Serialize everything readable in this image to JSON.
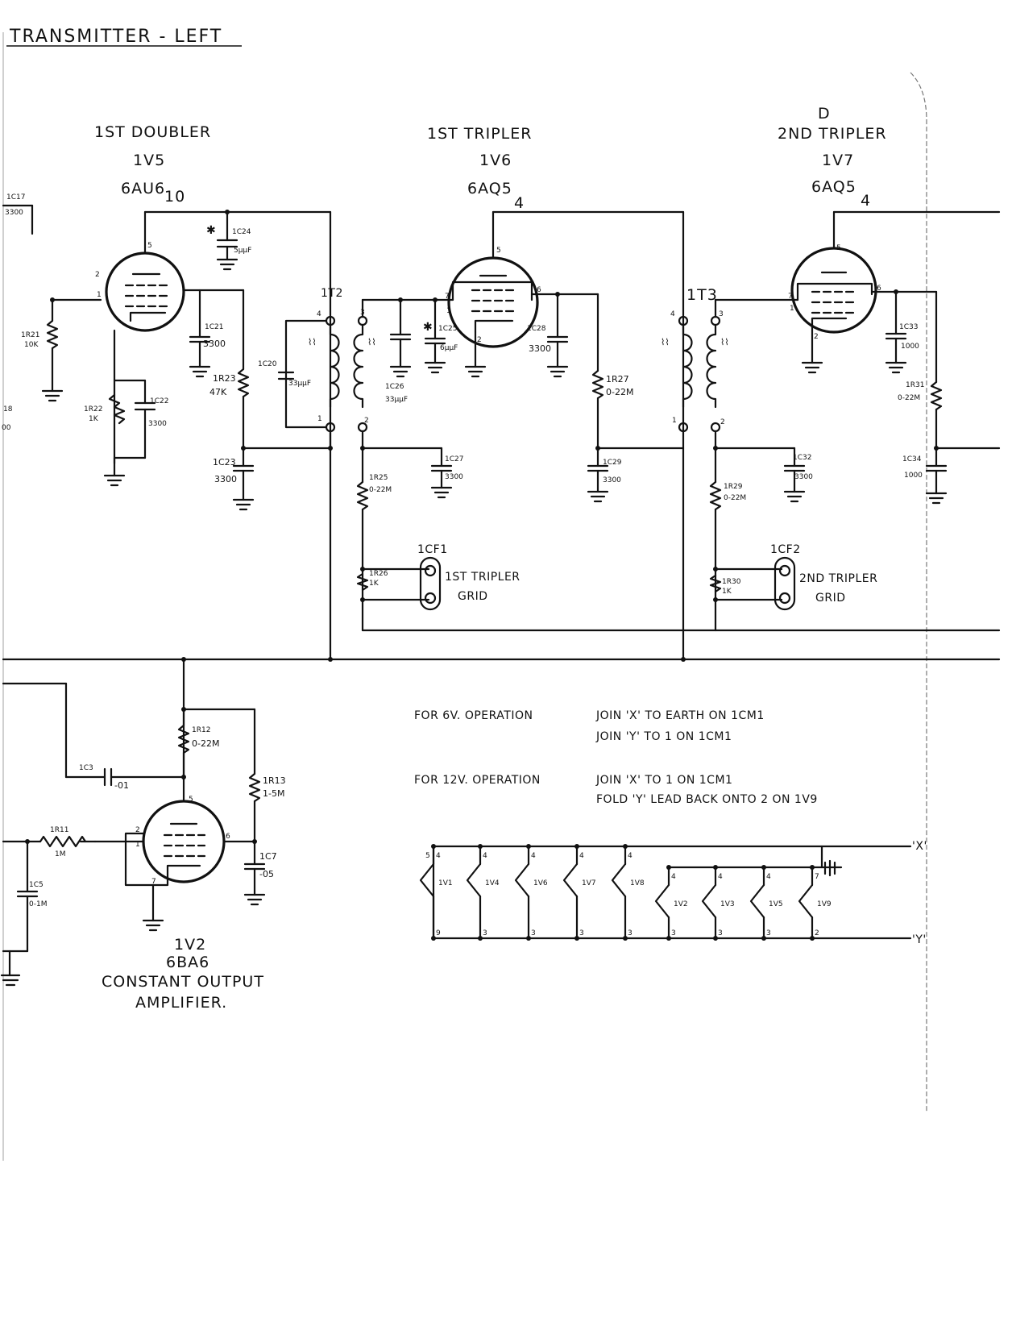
{
  "header_note": "TRANSMITTER - LEFT",
  "stages": [
    {
      "title": "1ST DOUBLER",
      "valve": "1V5",
      "type": "6AU6",
      "mark": "10"
    },
    {
      "title": "1ST TRIPLER",
      "valve": "1V6",
      "type": "6AQ5",
      "mark": "4"
    },
    {
      "title": "2ND TRIPLER",
      "valve": "1V7",
      "type": "6AQ5",
      "mark": "4",
      "extra": "D"
    }
  ],
  "transformers": [
    "1T2",
    "1T3"
  ],
  "components": {
    "c17": "1C17",
    "c17v": "3300",
    "r21": "1R21",
    "r21v": "10K",
    "r22": "1R22",
    "r22v": "1K",
    "c22": "1C22",
    "c22v": "3300",
    "c21": "1C21",
    "c21v": "3300",
    "r23": "1R23",
    "r23v": "47K",
    "c23": "1C23",
    "c23v": "3300",
    "c24": "1C24",
    "c24v": "5μμF",
    "c20": "1C20",
    "c20v": "33μμF",
    "c26": "1C26",
    "c26v": "33μμF",
    "c25": "1C25",
    "c25v": "6μμF",
    "c28": "1C28",
    "c28v": "3300",
    "r27": "1R27",
    "r27v": "0-22M",
    "c29": "1C29",
    "c29v": "3300",
    "r25": "1R25",
    "r25v": "0-22M",
    "c27": "1C27",
    "c27v": "3300",
    "r26": "1R26",
    "r26v": "1K",
    "cf1": "1CF1",
    "c33": "1C33",
    "c33v": "1000",
    "r31": "1R31",
    "r31v": "0-22M",
    "c34": "1C34",
    "c34v": "1000",
    "c32": "1C32",
    "c32v": "3300",
    "r29": "1R29",
    "r29v": "0-22M",
    "r30": "1R30",
    "r30v": "1K",
    "cf2": "1CF2",
    "r12": "1R12",
    "r12v": "0-22M",
    "r13": "1R13",
    "r13v": "1-5M",
    "c3": "1C3",
    "c3v": "-01",
    "r11": "1R11",
    "r11v": "1M",
    "c5": "1C5",
    "c5v": "0-1M",
    "c7": "1C7",
    "c7v": "-05"
  },
  "test_points": [
    {
      "l1": "1ST TRIPLER",
      "l2": "GRID"
    },
    {
      "l1": "2ND TRIPLER",
      "l2": "GRID"
    }
  ],
  "amplifier": {
    "valve": "1V2",
    "type": "6BA6",
    "l1": "CONSTANT OUTPUT",
    "l2": "AMPLIFIER."
  },
  "notes": {
    "six_v_label": "FOR 6V. OPERATION",
    "six_v_1": "JOIN 'X' TO EARTH ON 1CM1",
    "six_v_2": "JOIN 'Y' TO 1 ON 1CM1",
    "twelve_v_label": "FOR 12V. OPERATION",
    "twelve_v_1": "JOIN 'X' TO 1 ON 1CM1",
    "twelve_v_2": "FOLD 'Y' LEAD BACK ONTO 2 ON 1V9"
  },
  "heaters": {
    "bus_x": "'X'",
    "bus_y": "'Y'",
    "items": [
      {
        "name": "1V1",
        "top": "4",
        "top2": "5",
        "bot": "9"
      },
      {
        "name": "1V4",
        "top": "4",
        "top2": "",
        "bot": "3"
      },
      {
        "name": "1V6",
        "top": "4",
        "top2": "",
        "bot": "3"
      },
      {
        "name": "1V7",
        "top": "4",
        "top2": "",
        "bot": "3"
      },
      {
        "name": "1V8",
        "top": "4",
        "top2": "",
        "bot": "3"
      },
      {
        "name": "1V2",
        "top": "4",
        "top2": "",
        "bot": "3"
      },
      {
        "name": "1V3",
        "top": "4",
        "top2": "",
        "bot": "3"
      },
      {
        "name": "1V5",
        "top": "4",
        "top2": "",
        "bot": "3"
      },
      {
        "name": "1V9",
        "top": "7",
        "top2": "",
        "bot": "2"
      }
    ]
  },
  "pins": {
    "p5": "5",
    "p6": "6",
    "p7": "7",
    "p1": "1",
    "p2": "2",
    "p3": "3",
    "p4": "4"
  }
}
